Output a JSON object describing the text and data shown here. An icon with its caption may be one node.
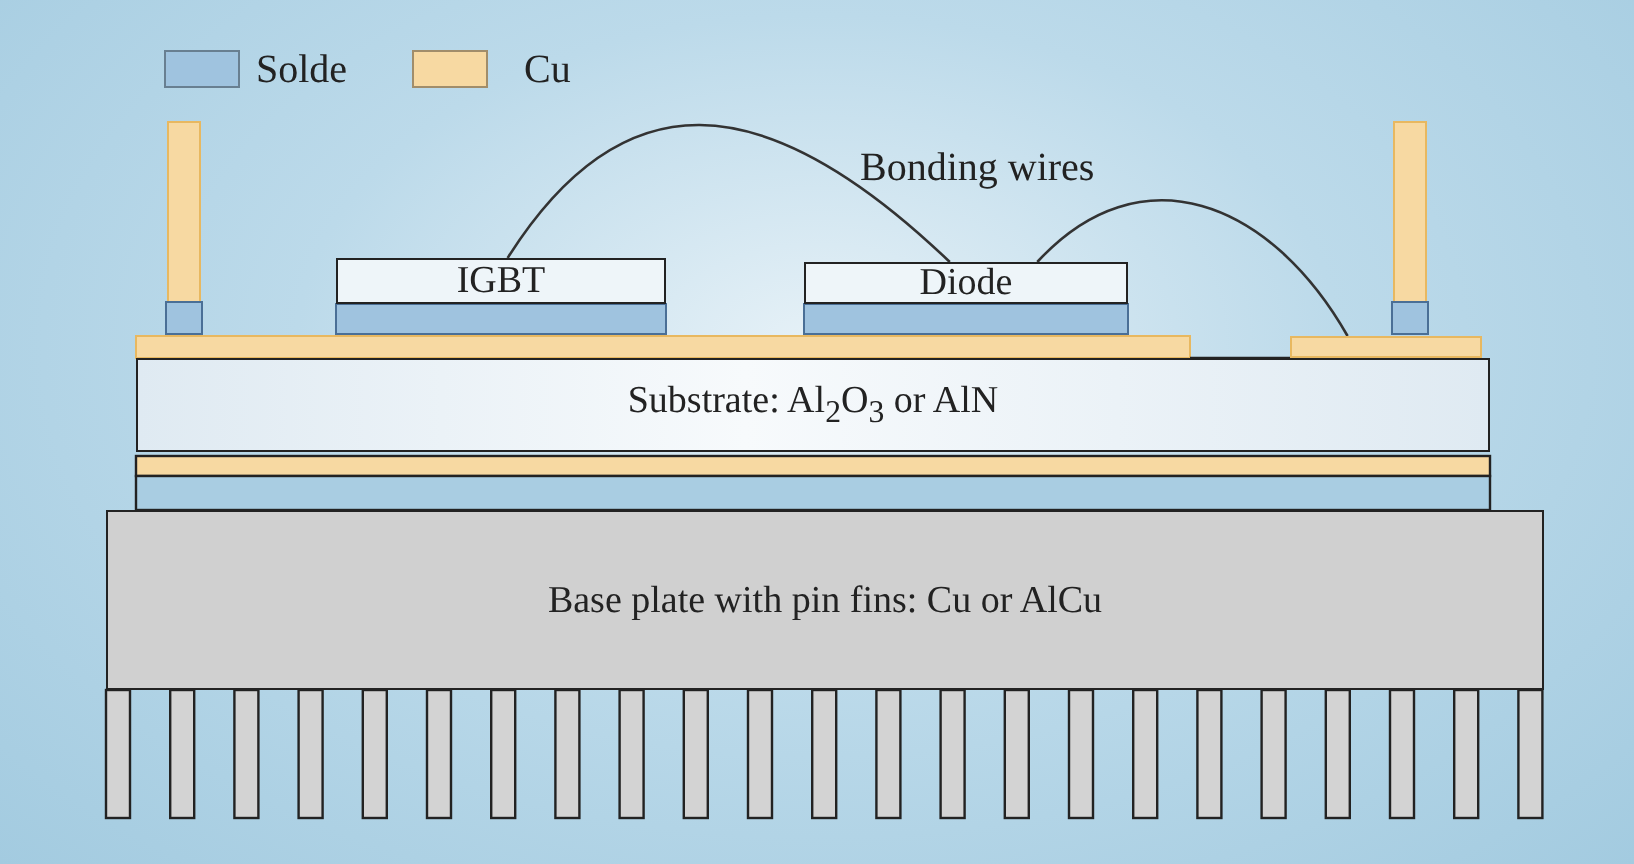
{
  "diagram": {
    "nodes": [
      {
        "text": [
          "IGBT"
        ]
      },
      {
        "text": [
          "Diode"
        ]
      },
      {
        "text": [],
        "shape": "bar"
      },
      {
        "text": [
          "Substrate: Al$_{2}$O$_{3}$ or AlN"
        ]
      },
      {
        "text": [
          "Base plate with pin fins: Cu or AlCu"
        ]
      }
    ],
    "edges": [
      {
        "from": 0,
        "to": 1,
        "arrow": "none"
      },
      {
        "from": 1,
        "to": 2,
        "arrow": "none"
      }
    ],
    "labels": [
      "Bonding wires"
    ],
    "legend": [
      {
        "text": "Solde",
        "color": "#9fc3df"
      },
      {
        "text": "Cu",
        "color": "#f7d9a2"
      }
    ]
  }
}
